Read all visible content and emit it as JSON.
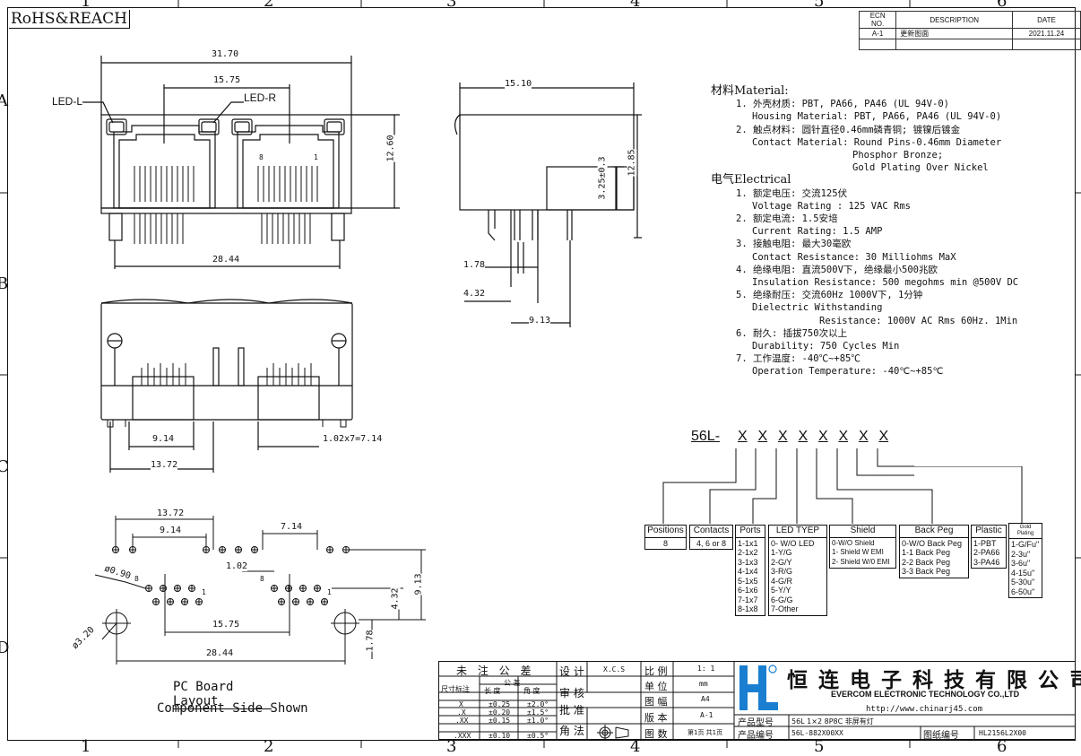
{
  "drawing": {
    "rohs": "RoHS&REACH",
    "zones_top": [
      "1",
      "2",
      "3",
      "4",
      "5",
      "6"
    ],
    "zones_bottom": [
      "1",
      "2",
      "3",
      "4",
      "5",
      "6"
    ],
    "zones_left": [
      "A",
      "B",
      "C",
      "D"
    ]
  },
  "ecn": {
    "headers": [
      "ECN NO.",
      "DESCRIPTION",
      "DATE"
    ],
    "row": [
      "A-1",
      "更新图面",
      "2021.11.24"
    ]
  },
  "front_view": {
    "dims": {
      "overall": "31.70",
      "center": "15.75",
      "height": "12.60",
      "pins": "28.44"
    },
    "led_left": "LED-L",
    "led_right": "LED-R",
    "pin8": "8",
    "pin1": "1"
  },
  "side_view": {
    "dims": {
      "depth": "15.10",
      "h1": "3.25±0.3",
      "h2": "12.85",
      "d178": "1.78",
      "d432": "4.32",
      "d913": "9.13"
    }
  },
  "bottom_view": {
    "dims": {
      "d914": "9.14",
      "pitch": "1.02x7=7.14",
      "d1372": "13.72"
    }
  },
  "pcb_layout": {
    "dims": {
      "d1372": "13.72",
      "d914": "9.14",
      "d714": "7.14",
      "d102": "1.02",
      "hole": "ø0.90",
      "d913": "9.13",
      "d432": "4.32",
      "d1575": "15.75",
      "mount": "ø3.20",
      "d2844": "28.44",
      "d178": "1.78"
    },
    "pin8a": "8",
    "pin1a": "1",
    "pin8b": "8",
    "pin1b": "1",
    "title": "PC Board Layout",
    "subtitle": "Component Side Shown"
  },
  "notes": {
    "material_head": "材料Material:",
    "m1_cn": "1. 外壳材质: PBT, PA66, PA46 (UL 94V-0)",
    "m1_en": "Housing Material: PBT, PA66, PA46 (UL 94V-0)",
    "m2_cn": "2. 触点材料: 圆针直径0.46mm磷青铜; 镀镍后镀金",
    "m2_en1": "Contact Material: Round Pins-0.46mm Diameter",
    "m2_en2": "Phosphor Bronze;",
    "m2_en3": "Gold Plating Over Nickel",
    "electrical_head": "电气Electrical",
    "e1_cn": "1. 额定电压: 交流125伏",
    "e1_en": "Voltage Rating : 125 VAC Rms",
    "e2_cn": "2. 额定电流: 1.5安培",
    "e2_en": "Current Rating: 1.5 AMP",
    "e3_cn": "3. 接触电阻: 最大30毫欧",
    "e3_en": "Contact Resistance: 30 Milliohms MaX",
    "e4_cn": "4. 绝缘电阻: 直流500V下, 绝缘最小500兆欧",
    "e4_en": "Insulation Resistance: 500 megohms min @500V DC",
    "e5_cn": "5. 绝缘耐压: 交流60Hz 1000V下, 1分钟",
    "e5_en1": "Dielectric Withstanding",
    "e5_en2": "Resistance: 1000V AC Rms 60Hz. 1Min",
    "e6_cn": "6. 耐久: 插拔750次以上",
    "e6_en": "Durability: 750 Cycles Min",
    "e7_cn": "7. 工作温度: -40℃~+85℃",
    "e7_en": "Operation Temperature: -40℃~+85℃"
  },
  "part_code": {
    "prefix": "56L-",
    "x": [
      "X",
      "X",
      "X",
      "X",
      "X",
      "X",
      "X",
      "X"
    ],
    "boxes": [
      {
        "head": "Positions",
        "body": [
          "8"
        ]
      },
      {
        "head": "Contacts",
        "body": [
          "4, 6 or 8"
        ]
      },
      {
        "head": "Ports",
        "body": [
          "1-1x1",
          "2-1x2",
          "3-1x3",
          "4-1x4",
          "5-1x5",
          "6-1x6",
          "7-1x7",
          "8-1x8"
        ]
      },
      {
        "head": "LED TYEP",
        "body": [
          "0- W/O LED",
          "1-Y/G",
          "2-G/Y",
          "3-R/G",
          "4-G/R",
          "5-Y/Y",
          "6-G/G",
          "7-Other"
        ]
      },
      {
        "head": "Shield",
        "body": [
          "0-W/O Shield",
          "1- Shield W EMI",
          "2- Shield W/0 EMI"
        ]
      },
      {
        "head": "Back Peg",
        "body": [
          "0-W/O  Back Peg",
          "1-1 Back Peg",
          "2-2 Back Peg",
          "3-3 Back Peg"
        ]
      },
      {
        "head": "Plastic",
        "body": [
          "1-PBT",
          "2-PA66",
          "3-PA46"
        ]
      },
      {
        "head": "Gold Plating",
        "body": [
          "1-G/Fu\"",
          "2-3u\"",
          "3-6u\"",
          "4-15u\"",
          "5-30u\"",
          "6-50u\""
        ]
      }
    ]
  },
  "title_block": {
    "tol_head": "未 注 公 差",
    "size_label": "尺寸标注",
    "tol_sub": "公  差",
    "tol_cols": [
      "长 度",
      "角 度"
    ],
    "tol_rows": [
      [
        "X",
        "±0.25",
        "±2.0°"
      ],
      [
        ".X",
        "±0.20",
        "±1.5°"
      ],
      [
        ".XX",
        "±0.15",
        "±1.0°"
      ],
      [
        ".XXX",
        "±0.10",
        "±0.5°"
      ]
    ],
    "roles": [
      "设 计",
      "审 核",
      "批 准",
      "角 法"
    ],
    "designer": "X.C.S",
    "props": [
      [
        "比 例",
        "1: 1"
      ],
      [
        "单 位",
        "mm"
      ],
      [
        "图 幅",
        "A4"
      ],
      [
        "版 本",
        "A-1"
      ],
      [
        "图 数",
        "第1页 共1页"
      ]
    ],
    "company_cn": "恒 连 电 子 科 技 有 限 公 司",
    "company_en": "EVERCOM ELECTRONIC TECHNOLOGY CO.,LTD",
    "url": "http://www.chinarj45.com",
    "model_label": "产品型号",
    "model_value": "56L 1×2 8P8C 非屏有灯",
    "code_label": "产品编号",
    "code_value": "56L-882X00XX",
    "dwg_label": "图纸编号",
    "dwg_value": "HL2156L2X00"
  }
}
